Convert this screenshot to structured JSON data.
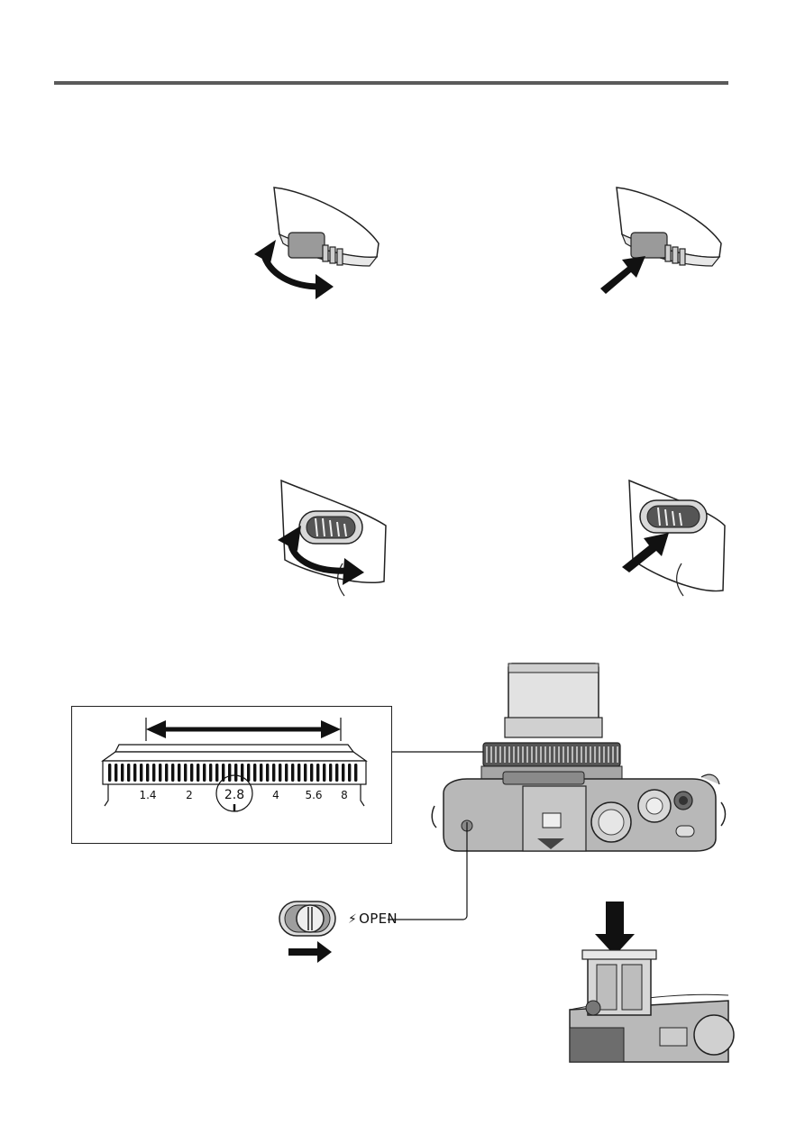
{
  "aperture_ring": {
    "marks": [
      "1.4",
      "2",
      "2.8",
      "4",
      "5.6",
      "8"
    ],
    "selected": "2.8"
  },
  "flash_switch": {
    "label": "OPEN",
    "icon": "flash-icon"
  },
  "colors": {
    "rule": "#5a5a5a",
    "ink": "#111111",
    "device_grey": "#b8b8b8",
    "device_dark": "#6f6f6f"
  }
}
